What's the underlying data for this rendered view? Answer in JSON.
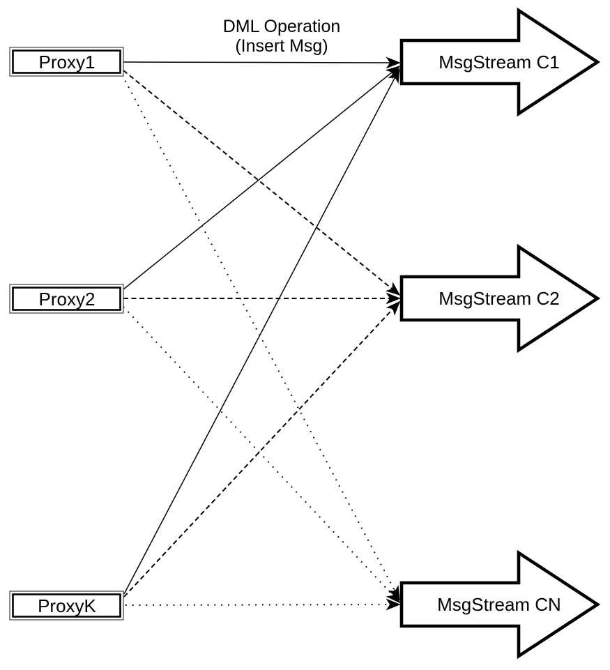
{
  "diagram": {
    "edge_label": {
      "line1": "DML Operation",
      "line2": "(Insert Msg)"
    },
    "proxies": [
      {
        "id": "proxy-1",
        "label": "Proxy1"
      },
      {
        "id": "proxy-2",
        "label": "Proxy2"
      },
      {
        "id": "proxy-k",
        "label": "ProxyK"
      }
    ],
    "streams": [
      {
        "id": "stream-c1",
        "label": "MsgStream C1"
      },
      {
        "id": "stream-c2",
        "label": "MsgStream C2"
      },
      {
        "id": "stream-cn",
        "label": "MsgStream CN"
      }
    ],
    "connections": [
      {
        "from": "Proxy1",
        "to": "MsgStream C1",
        "style": "solid",
        "label": "DML Operation (Insert Msg)"
      },
      {
        "from": "Proxy1",
        "to": "MsgStream C2",
        "style": "dashed",
        "label": ""
      },
      {
        "from": "Proxy1",
        "to": "MsgStream CN",
        "style": "dotted",
        "label": ""
      },
      {
        "from": "Proxy2",
        "to": "MsgStream C1",
        "style": "solid",
        "label": ""
      },
      {
        "from": "Proxy2",
        "to": "MsgStream C2",
        "style": "dashed",
        "label": ""
      },
      {
        "from": "Proxy2",
        "to": "MsgStream CN",
        "style": "dotted",
        "label": ""
      },
      {
        "from": "ProxyK",
        "to": "MsgStream C1",
        "style": "solid",
        "label": ""
      },
      {
        "from": "ProxyK",
        "to": "MsgStream C2",
        "style": "dashed",
        "label": ""
      },
      {
        "from": "ProxyK",
        "to": "MsgStream CN",
        "style": "dotted",
        "label": ""
      }
    ],
    "colors": {
      "stroke": "#000000",
      "fill": "#ffffff",
      "background": "#ffffff"
    }
  }
}
